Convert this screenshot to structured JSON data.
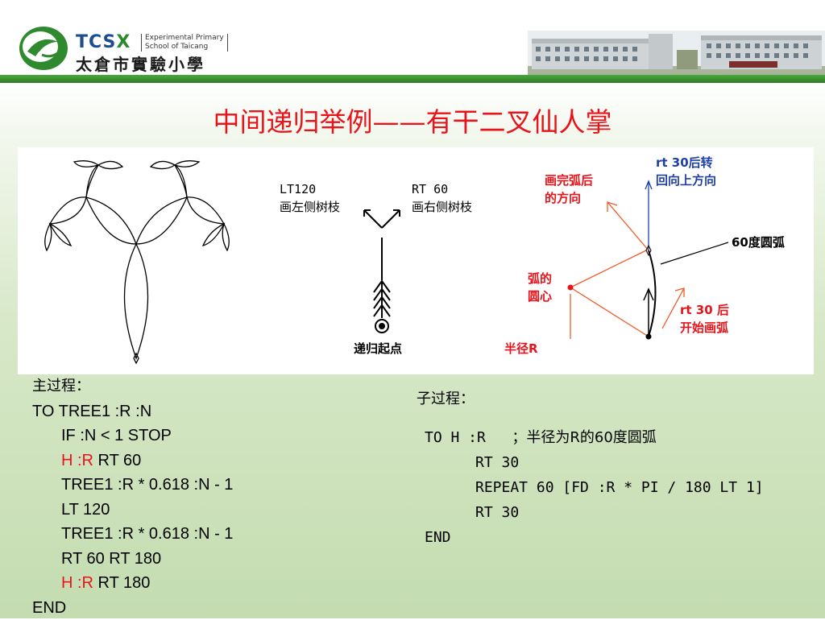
{
  "header": {
    "logo_mark": "TCSX",
    "logo_en_line1": "Experimental Primary",
    "logo_en_line2": "School of Taicang",
    "logo_cn": "太倉市實驗小學",
    "brand_green": "#2f7d23"
  },
  "slide": {
    "title": "中间递归举例——有干二叉仙人掌",
    "title_color": "#e8141b"
  },
  "figure": {
    "lt_cmd": "LT120",
    "lt_note": "画左侧树枝",
    "rt_cmd": "RT 60",
    "rt_note": "画右侧树枝",
    "start_label": "递归起点",
    "arc_done_line1": "画完弧后",
    "arc_done_line2": "的方向",
    "turn_back_line1": "rt 30后转",
    "turn_back_line2": "回向上方向",
    "arc_label": "60度圆弧",
    "center_line1": "弧的",
    "center_line2": "圆心",
    "begin_line1": "rt 30 后",
    "begin_line2": "开始画弧",
    "radius_label": "半径R"
  },
  "main_procedure": {
    "heading": "主过程：",
    "lines": [
      {
        "id": "to",
        "text": "TO TREE1 :R :N",
        "indent": false
      },
      {
        "id": "if",
        "text": "IF :N < 1 STOP",
        "indent": true
      },
      {
        "id": "h1",
        "red": "H :R",
        "text": " RT 60",
        "indent": true
      },
      {
        "id": "rec1",
        "text": "TREE1 :R * 0.618 :N - 1",
        "indent": true
      },
      {
        "id": "lt",
        "text": "LT 120",
        "indent": true
      },
      {
        "id": "rec2",
        "text": "TREE1 :R * 0.618 :N - 1",
        "indent": true
      },
      {
        "id": "rt",
        "text": "RT 60 RT 180",
        "indent": true
      },
      {
        "id": "h2",
        "red": "H :R",
        "text": " RT 180",
        "indent": true
      },
      {
        "id": "end",
        "text": "END",
        "indent": false
      }
    ]
  },
  "sub_procedure": {
    "heading": "子过程：",
    "line_to": "TO H :R   ；",
    "line_to_comment": "半径为R的60度圆弧",
    "line_rt1": "RT 30",
    "line_repeat": "REPEAT 60 [FD :R * PI / 180 LT 1]",
    "line_rt2": "RT 30",
    "line_end": "END"
  }
}
